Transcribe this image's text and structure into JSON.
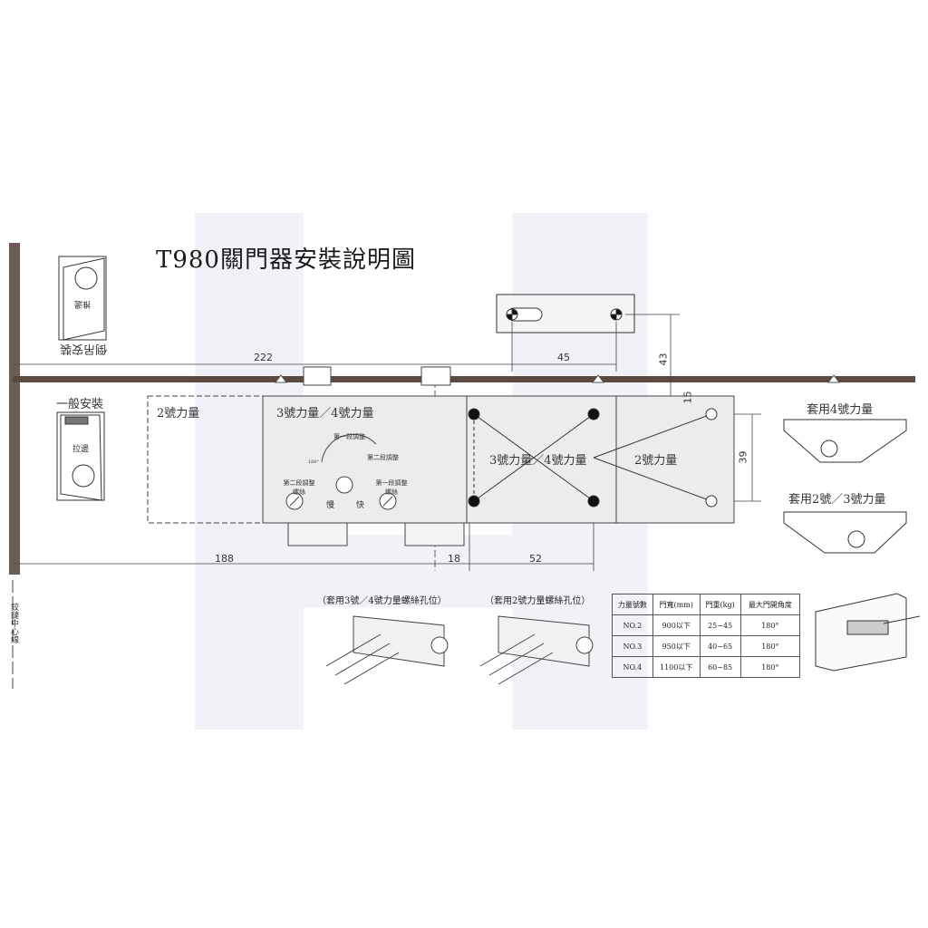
{
  "title": "T980關門器安裝說明圖",
  "install": {
    "inverted": "倒吊安裝",
    "inverted_push_side": "推邊",
    "normal": "一般安裝",
    "normal_pull_side": "拉邊",
    "hinge_center_line": "鉸鏈中心線"
  },
  "body": {
    "zone_power2": "2號力量",
    "zone_power34": "3號力量／4號力量",
    "plate_power34": "3號力量／4號力量",
    "plate_power2": "2號力量",
    "adjust_first": "第一段調整",
    "adjust_second": "第二段調整",
    "screw_second": "第二段調整螺絲",
    "screw_first": "第一段調整螺絲",
    "slow": "慢",
    "fast": "快",
    "angle": "180°"
  },
  "dimensions": {
    "d222": "222",
    "d45": "45",
    "d43": "43",
    "d15": "15",
    "d39": "39",
    "d188": "188",
    "d18": "18",
    "d52": "52"
  },
  "brackets": {
    "power4": "套用4號力量",
    "power23": "套用2號／3號力量"
  },
  "screw_holes": {
    "power34": "（套用3號／4號力量螺絲孔位）",
    "power2": "（套用2號力量螺絲孔位）"
  },
  "spec_table": {
    "headers": [
      "力量號數",
      "門寬(mm)",
      "門重(kg)",
      "最大門開角度"
    ],
    "rows": [
      [
        "NO.2",
        "900以下",
        "25~45",
        "180°"
      ],
      [
        "NO.3",
        "950以下",
        "40~65",
        "180°"
      ],
      [
        "NO.4",
        "1100以下",
        "60~85",
        "180°"
      ]
    ]
  },
  "colors": {
    "wall": "#5a4a40",
    "line": "#333333",
    "body_fill": "#e6e6e6",
    "watermark": "#eef1f8"
  }
}
